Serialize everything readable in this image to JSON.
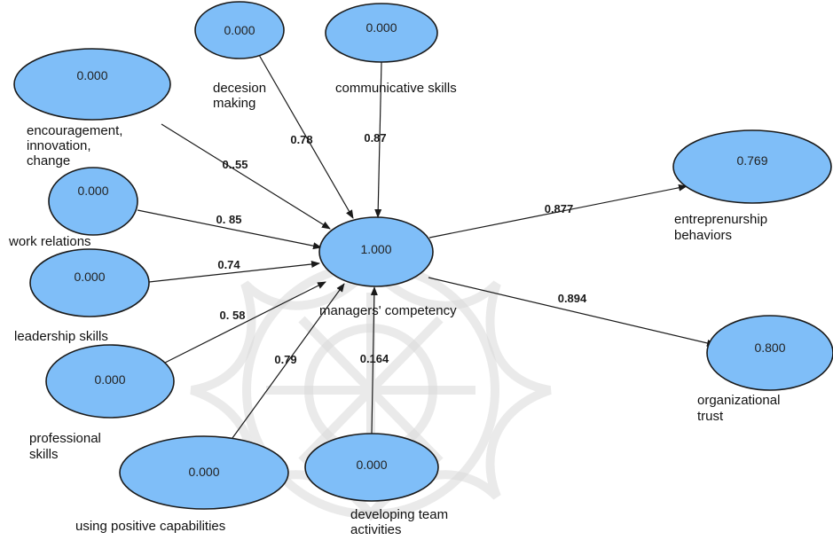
{
  "colors": {
    "node_fill": "#7fbef8",
    "node_stroke": "#1a1a1a",
    "edge": "#1a1a1a",
    "watermark": "#d9d9d9"
  },
  "nodes": [
    {
      "id": "decesion-making",
      "value": "0.000",
      "label": [
        "decesion",
        "making"
      ]
    },
    {
      "id": "communicative-skills",
      "value": "0.000",
      "label": [
        "communicative skills"
      ]
    },
    {
      "id": "encouragement",
      "value": "0.000",
      "label": [
        "encouragement,",
        "innovation,",
        "change"
      ]
    },
    {
      "id": "work-relations",
      "value": "0.000",
      "label": [
        "work relations"
      ]
    },
    {
      "id": "leadership-skills",
      "value": "0.000",
      "label": [
        "leadership skills"
      ]
    },
    {
      "id": "professional-skills",
      "value": "0.000",
      "label": [
        "professional",
        "skills"
      ]
    },
    {
      "id": "using-positive-capabilities",
      "value": "0.000",
      "label": [
        "using positive capabilities"
      ]
    },
    {
      "id": "developing-team-activities",
      "value": "0.000",
      "label": [
        "developing team",
        "activities"
      ]
    },
    {
      "id": "managers-competency",
      "value": "1.000",
      "label": [
        "managers' competency"
      ]
    },
    {
      "id": "entrepreneurship-behaviors",
      "value": "0.769",
      "label": [
        "entreprenurship",
        "behaviors"
      ]
    },
    {
      "id": "organizational-trust",
      "value": "0.800",
      "label": [
        "organizational",
        "trust"
      ]
    }
  ],
  "edges": [
    {
      "from": "decesion-making",
      "to": "managers-competency",
      "weight": "0.78"
    },
    {
      "from": "communicative-skills",
      "to": "managers-competency",
      "weight": "0.87"
    },
    {
      "from": "encouragement",
      "to": "managers-competency",
      "weight": "0..55"
    },
    {
      "from": "work-relations",
      "to": "managers-competency",
      "weight": "0. 85"
    },
    {
      "from": "leadership-skills",
      "to": "managers-competency",
      "weight": "0.74"
    },
    {
      "from": "professional-skills",
      "to": "managers-competency",
      "weight": "0. 58"
    },
    {
      "from": "using-positive-capabilities",
      "to": "managers-competency",
      "weight": "0.79"
    },
    {
      "from": "developing-team-activities",
      "to": "managers-competency",
      "weight": "0.164"
    },
    {
      "from": "managers-competency",
      "to": "entrepreneurship-behaviors",
      "weight": "0.877"
    },
    {
      "from": "managers-competency",
      "to": "organizational-trust",
      "weight": "0.894"
    }
  ]
}
